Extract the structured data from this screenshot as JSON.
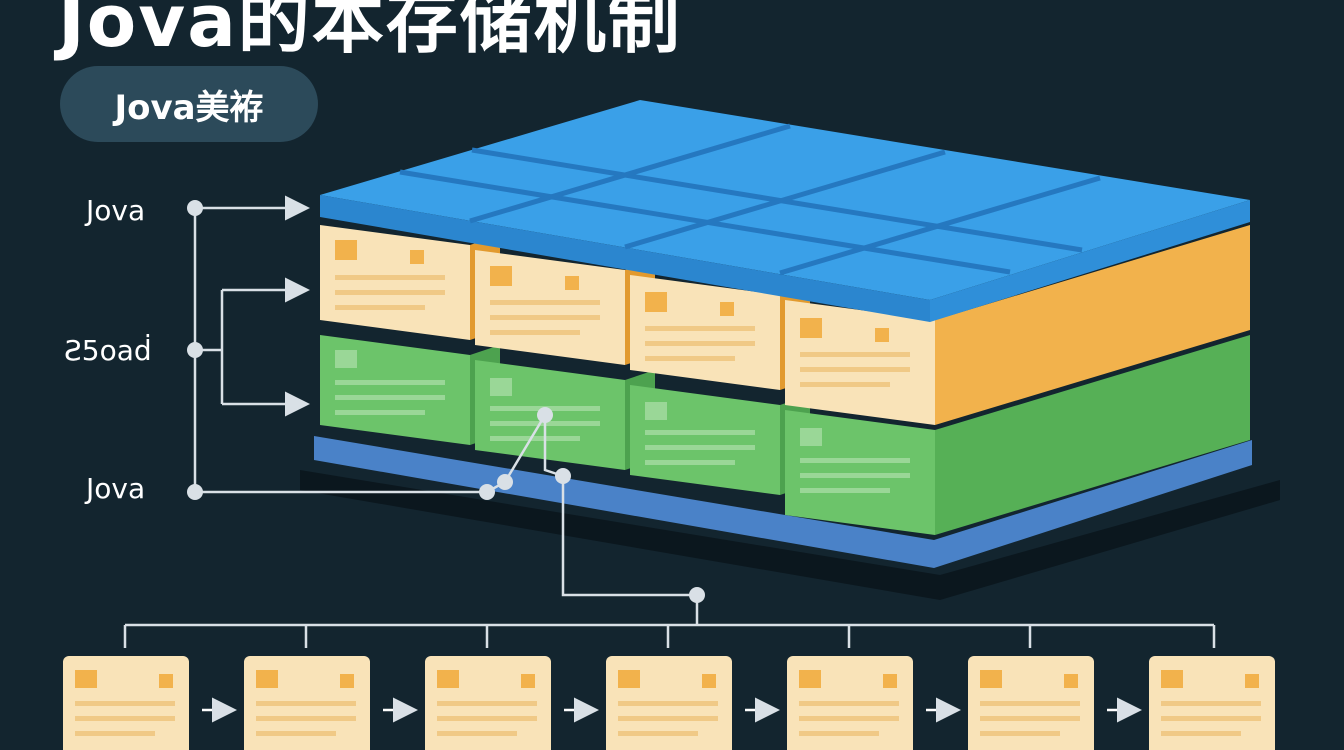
{
  "title": "Jova的本存储机制",
  "badge": "Jova美袸",
  "labels": {
    "top": "Jova",
    "middle": "Ƨ5oaḋ",
    "bottom": "Jova"
  },
  "colors": {
    "background": "#13252f",
    "heap_top": "#3aa0e8",
    "old_gen": "#f2b24c",
    "young_gen": "#6cc46a",
    "base": "#4a82c8",
    "card": "#f9e3b8",
    "connector": "#d9e0e6"
  },
  "chain_count": 7
}
